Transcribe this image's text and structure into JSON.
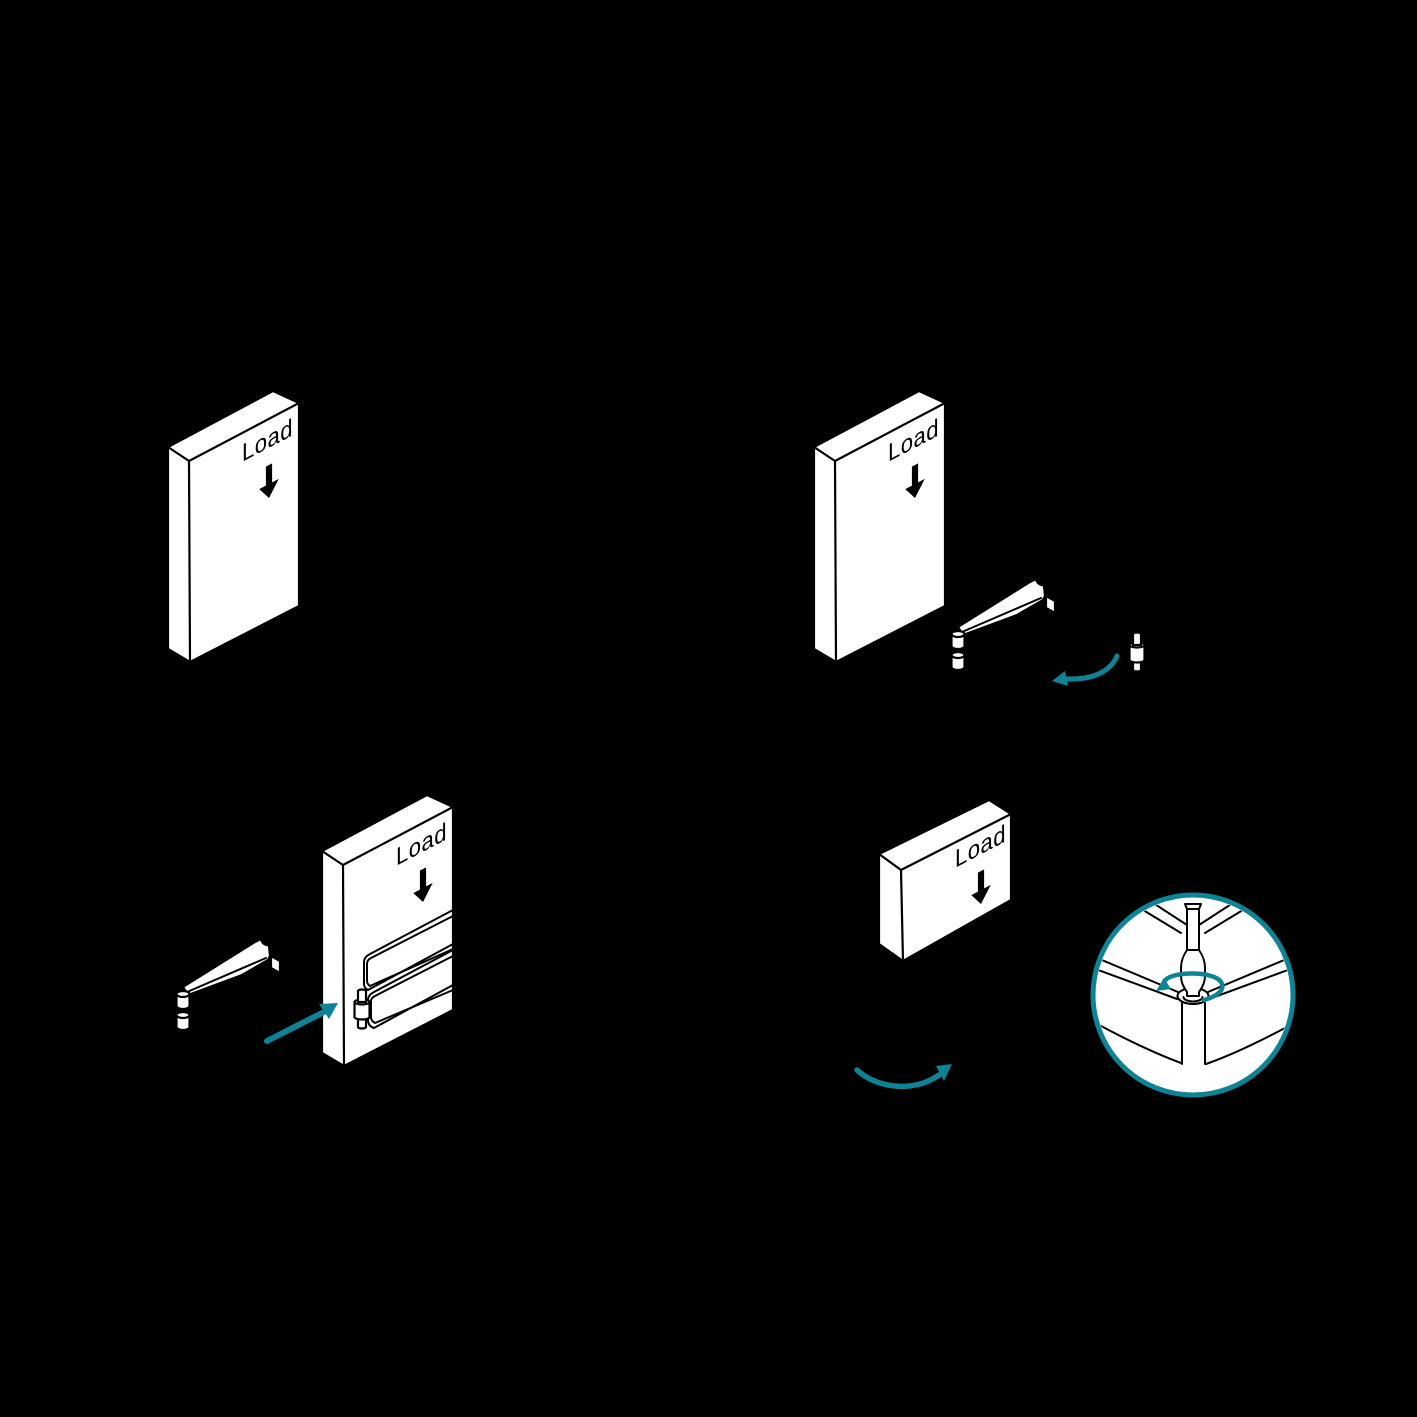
{
  "colors": {
    "background": "#000000",
    "accent": "#0F8396",
    "line": "#000000",
    "surface": "#FFFFFF"
  },
  "panels": [
    {
      "load_label": "Load"
    },
    {
      "load_label": "Load"
    },
    {
      "load_label": "Load"
    },
    {
      "load_label": "Load"
    }
  ],
  "icons": {
    "load_direction": "down-arrow",
    "step2_action": "curved-arrow-left",
    "step3_action": "straight-arrow-up-right",
    "step4_action": "curved-arrow-up-right",
    "detail_action": "rotation-ellipse-arrow"
  }
}
